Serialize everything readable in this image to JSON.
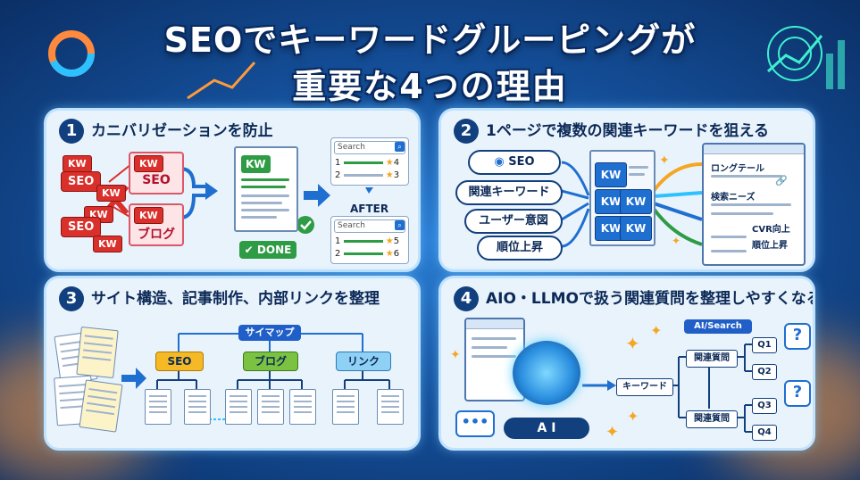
{
  "title_line1": "SEOでキーワードグルーピングが",
  "title_line2": "重要な4つの理由",
  "colors": {
    "navy": "#123f7e",
    "red": "#d9302b",
    "green": "#2e9b45",
    "blue": "#1f6fd1",
    "yellow": "#f5b925"
  },
  "panel1": {
    "number": "1",
    "title": "カニバリゼーションを防止",
    "kw": "KW",
    "seo": "SEO",
    "blog": "ブログ",
    "done": "DONE",
    "after": "AFTER",
    "search_placeholder": "Search",
    "before_rows": [
      {
        "rank": "1",
        "score": "4"
      },
      {
        "rank": "2",
        "score": "3"
      }
    ],
    "after_rows": [
      {
        "rank": "1",
        "score": "5"
      },
      {
        "rank": "2",
        "score": "6"
      }
    ]
  },
  "panel2": {
    "number": "2",
    "title": "1ページで複数の関連キーワードを狙える",
    "inputs": [
      "SEO",
      "関連キーワード",
      "ユーザー意図",
      "順位上昇"
    ],
    "kw": "KW",
    "outputs": [
      "ロングテール",
      "検索ニーズ",
      "CVR向上",
      "順位上昇"
    ]
  },
  "panel3": {
    "number": "3",
    "title": "サイト構造、記事制作、内部リンクを整理",
    "sitemap": "サイマップ",
    "categories": [
      "SEO",
      "ブログ",
      "リンク"
    ]
  },
  "panel4": {
    "number": "4",
    "title": "AIO・LLMOで扱う関連質問を整理しやすくなる",
    "ai": "A I",
    "keyword": "キーワード",
    "ai_search": "AI/Search",
    "related": [
      "関連質問",
      "関連質問"
    ],
    "questions": [
      "Q1",
      "Q2",
      "Q3",
      "Q4"
    ],
    "question_mark": "?",
    "chat_dots": "•••"
  }
}
